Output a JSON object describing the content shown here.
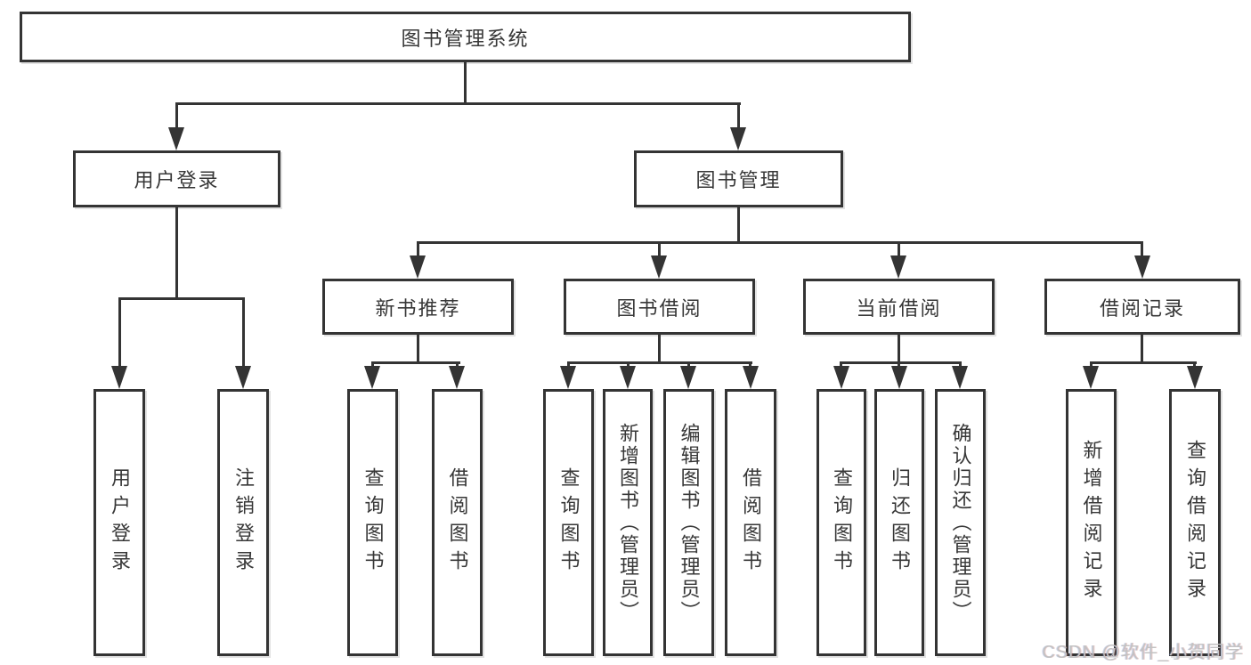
{
  "diagram": {
    "root_label": "图书管理系统",
    "level2": [
      {
        "label": "用户登录"
      },
      {
        "label": "图书管理"
      }
    ],
    "level3": [
      {
        "label": "新书推荐"
      },
      {
        "label": "图书借阅"
      },
      {
        "label": "当前借阅"
      },
      {
        "label": "借阅记录"
      }
    ],
    "leaves": {
      "user_login": [
        "用户登录",
        "注销登录"
      ],
      "new_book_recommend": [
        "查询图书",
        "借阅图书"
      ],
      "book_borrow": [
        "查询图书",
        "新增图书（管理员）",
        "编辑图书（管理员）",
        "借阅图书"
      ],
      "current_borrow": [
        "查询图书",
        "归还图书",
        "确认归还（管理员）"
      ],
      "borrow_record": [
        "新增借阅记录",
        "查询借阅记录"
      ]
    }
  },
  "watermark": {
    "text": "CSDN @软件_小贺同学"
  },
  "colors": {
    "line": "#343434",
    "text": "#373737",
    "watermark": "#c2c2c2",
    "background": "#ffffff"
  }
}
